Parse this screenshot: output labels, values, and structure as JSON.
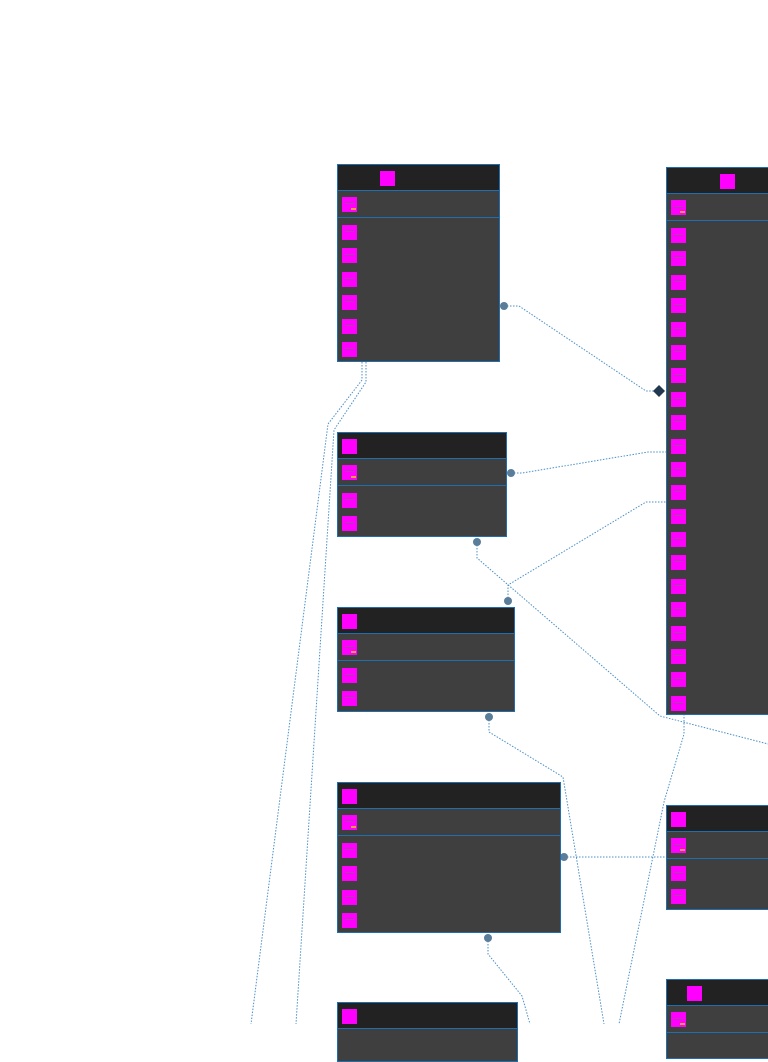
{
  "diagram": {
    "background_color": "#ffffff",
    "header_color": "#222222",
    "body_color": "#3f3f3f",
    "border_color": "#1f6fb0",
    "icon_color": "#ff00ff",
    "connector_color": "#4a90c8"
  },
  "entities": [
    {
      "id": "entity-1",
      "key_fields": 1,
      "fields": 6
    },
    {
      "id": "entity-2",
      "key_fields": 1,
      "fields": 2
    },
    {
      "id": "entity-3",
      "key_fields": 1,
      "fields": 2
    },
    {
      "id": "entity-4",
      "key_fields": 1,
      "fields": 4
    },
    {
      "id": "entity-5",
      "key_fields": 0,
      "fields": 0
    },
    {
      "id": "entity-6",
      "key_fields": 1,
      "fields": 21
    },
    {
      "id": "entity-7",
      "key_fields": 1,
      "fields": 2
    },
    {
      "id": "entity-8",
      "key_fields": 1,
      "fields": 0
    }
  ]
}
